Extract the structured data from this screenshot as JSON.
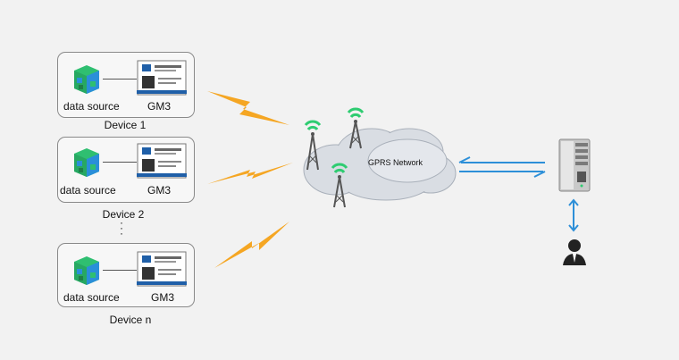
{
  "devices": [
    {
      "name": "Device 1",
      "source_label": "data source",
      "module_label": "GM3"
    },
    {
      "name": "Device 2",
      "source_label": "data source",
      "module_label": "GM3"
    },
    {
      "name": "Device n",
      "source_label": "data source",
      "module_label": "GM3"
    }
  ],
  "network": {
    "label": "GPRS Network"
  },
  "colors": {
    "signal": "#f5a623",
    "arrow": "#2d8fd8",
    "tower": "#555555",
    "wave": "#2ecc71",
    "cube_green": "#2fbf71",
    "cube_blue": "#2a8fd9",
    "chip_blue": "#1f5fa8",
    "server": "#b8b8b8"
  },
  "icons": {
    "source": "cube-icon",
    "module": "gsm-module-icon",
    "tower": "cell-tower-icon",
    "cloud": "cloud-icon",
    "server": "server-icon",
    "user": "user-icon"
  }
}
